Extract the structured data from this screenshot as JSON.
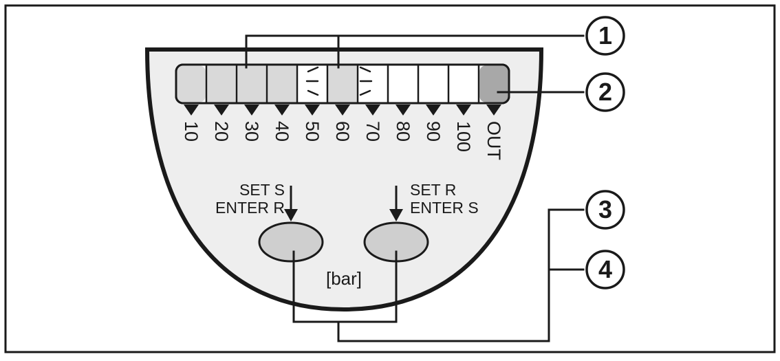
{
  "scale_labels": [
    "10",
    "20",
    "30",
    "40",
    "50",
    "60",
    "70",
    "80",
    "90",
    "100",
    "OUT"
  ],
  "buttons": {
    "left": {
      "line1": "SET S",
      "line2": "ENTER R"
    },
    "right": {
      "line1": "SET R",
      "line2": "ENTER S"
    }
  },
  "unit_label": "[bar]",
  "callouts": [
    "1",
    "2",
    "3",
    "4"
  ],
  "segments": [
    {
      "label": "10",
      "state": "lit"
    },
    {
      "label": "20",
      "state": "lit"
    },
    {
      "label": "30",
      "state": "lit"
    },
    {
      "label": "40",
      "state": "lit"
    },
    {
      "label": "50",
      "state": "off"
    },
    {
      "label": "60",
      "state": "flashing"
    },
    {
      "label": "70",
      "state": "off"
    },
    {
      "label": "80",
      "state": "off"
    },
    {
      "label": "90",
      "state": "off"
    },
    {
      "label": "100",
      "state": "off"
    },
    {
      "label": "OUT",
      "state": "output"
    }
  ],
  "colors": {
    "outline": "#1a1a1a",
    "face": "#eeeeee",
    "lit": "#d9d9d9",
    "off": "#ffffff",
    "output": "#a8a8a8",
    "button": "#cfcfcf"
  }
}
